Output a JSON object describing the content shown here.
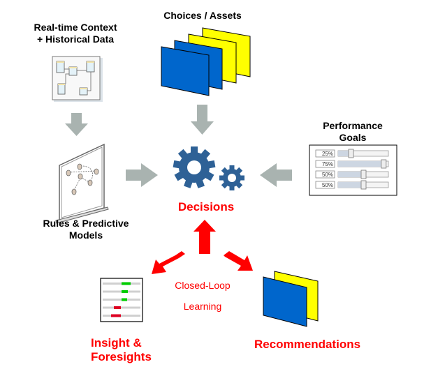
{
  "labels": {
    "context": "Real-time Context\n+ Historical Data",
    "choices": "Choices / Assets",
    "performance": "Performance\nGoals",
    "rules": "Rules & Predictive\nModels",
    "decisions": "Decisions",
    "loop_line1": "Closed-Loop",
    "loop_line2": "Learning",
    "insight": "Insight &\nForesights",
    "recommendations": "Recommendations"
  },
  "performance_goals": {
    "sliders": [
      {
        "label": "25%",
        "value": 0.25
      },
      {
        "label": "75%",
        "value": 0.9
      },
      {
        "label": "50%",
        "value": 0.5
      },
      {
        "label": "50%",
        "value": 0.5
      }
    ]
  },
  "insight_bars": [
    {
      "status": "positive",
      "color": "#00cc00"
    },
    {
      "status": "positive",
      "color": "#00cc00"
    },
    {
      "status": "positive",
      "color": "#00cc00"
    },
    {
      "status": "negative",
      "color": "#dd0022"
    },
    {
      "status": "negative",
      "color": "#dd0022"
    }
  ],
  "colors": {
    "gear": "#2e6196",
    "asset_blue": "#0066cc",
    "asset_yellow": "#ffff00",
    "input_arrow": "#a9b3b0",
    "feedback_arrow": "#ff0000",
    "accent_text": "#ff0000"
  }
}
